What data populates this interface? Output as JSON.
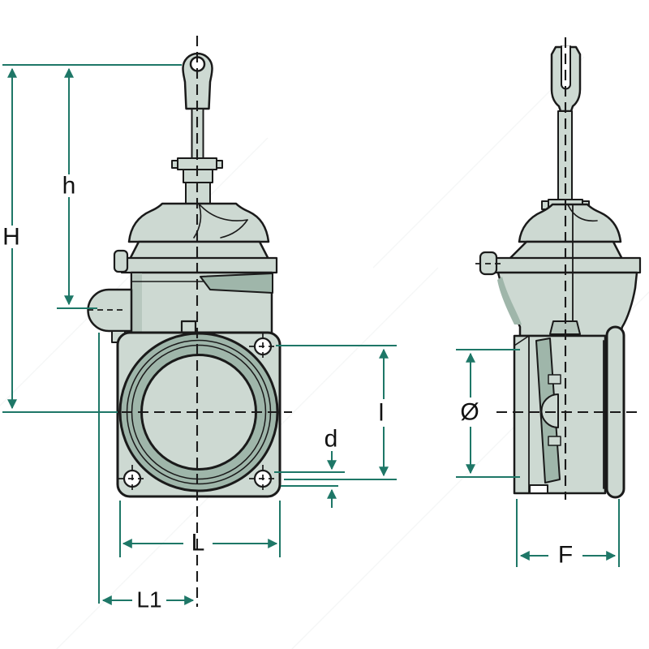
{
  "drawing": {
    "kind": "gate-valve-technical-drawing-two-views",
    "colors": {
      "background": "#ffffff",
      "outline": "#1a1a1a",
      "dimension_accent": "#1e7767",
      "fill_light": "#cdd9d2",
      "fill_mid": "#b7c7be",
      "fill_dark": "#9fb6aa",
      "hole_fill": "#ffffff",
      "label": "#111111"
    },
    "labels": {
      "H": "H",
      "h": "h",
      "l": "l",
      "d": "d",
      "L": "L",
      "L1": "L1",
      "diameter": "Ø",
      "F": "F"
    },
    "views": {
      "front": {
        "dimension_labels": [
          "H",
          "h",
          "l",
          "d",
          "L",
          "L1"
        ]
      },
      "side": {
        "dimension_labels": [
          "Ø",
          "F"
        ]
      }
    }
  }
}
